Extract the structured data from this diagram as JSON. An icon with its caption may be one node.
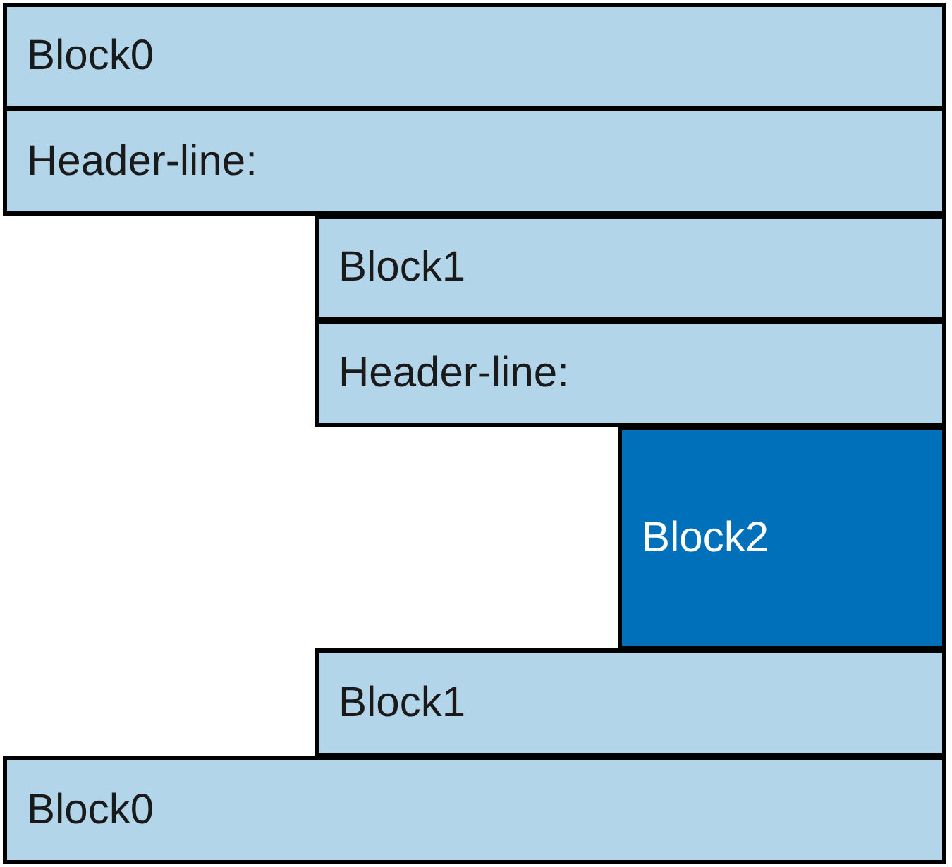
{
  "diagram": {
    "nodes": [
      {
        "text": [
          "Block0"
        ]
      },
      {
        "text": [
          "Header-line:"
        ]
      },
      {
        "text": [
          "Block1"
        ]
      },
      {
        "text": [
          "Header-line:"
        ]
      },
      {
        "text": [
          "Block2"
        ]
      },
      {
        "text": [
          "Block1"
        ]
      },
      {
        "text": [
          "Block0"
        ]
      }
    ]
  }
}
